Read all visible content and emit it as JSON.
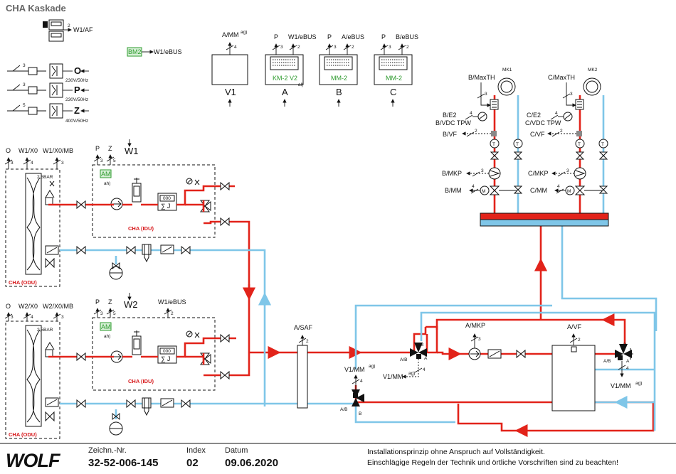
{
  "title": "CHA Kaskade",
  "legend": {
    "bm2_label": "BM2",
    "bm2_bus": "W1/eBUS",
    "af_label": "W1/AF",
    "af_num": "2",
    "rows": [
      {
        "num": "3",
        "out": "O",
        "rating": "230V/50Hz"
      },
      {
        "num": "3",
        "out": "P",
        "rating": "230V/50Hz"
      },
      {
        "num": "5",
        "out": "Z",
        "rating": "400V/50Hz"
      }
    ]
  },
  "modules": [
    {
      "id": "V1",
      "top_label": "A/MM",
      "top_sup": "ag)",
      "num": "4"
    },
    {
      "id": "A",
      "p": "P",
      "pn": "3",
      "bus": "W1/eBUS",
      "bn": "2",
      "name": "KM-2 V2",
      "sup": "al)"
    },
    {
      "id": "B",
      "p": "P",
      "pn": "3",
      "bus": "A/eBUS",
      "bn": "2",
      "name": "MM-2"
    },
    {
      "id": "C",
      "p": "P",
      "pn": "3",
      "bus": "B/eBUS",
      "bn": "2",
      "name": "MM-2"
    }
  ],
  "units": [
    {
      "id": "W1",
      "odu": "CHA (ODU)",
      "idu": "CHA (IDU)",
      "sig_o": "O",
      "sig_x": "W1/X0",
      "sig_mb": "W1/X0/MB",
      "num_o": "3",
      "num_x": "4",
      "num_mb": "3",
      "bar": "2,5BAR",
      "p": "P",
      "z": "Z",
      "pn": "3",
      "zn": "5",
      "am": "AM",
      "am_sup": "ah)"
    },
    {
      "id": "W2",
      "odu": "CHA (ODU)",
      "idu": "CHA (IDU)",
      "sig_o": "O",
      "sig_x": "W2/X0",
      "sig_mb": "W2/X0/MB",
      "num_o": "3",
      "num_x": "4",
      "num_mb": "3",
      "bar": "2,5BAR",
      "p": "P",
      "z": "Z",
      "pn": "3",
      "zn": "5",
      "am": "AM",
      "am_sup": "ah)",
      "bus": "W1/eBUS",
      "bn": "2"
    }
  ],
  "circuits": [
    {
      "id": "MK1",
      "maxth": "B/MaxTH",
      "e2": "B/E2",
      "vdc": "B/VDC TPW",
      "vf": "B/VF",
      "mkp": "B/MKP",
      "mm": "B/MM",
      "n3": "3",
      "n4": "4",
      "n2": "2"
    },
    {
      "id": "MK2",
      "maxth": "C/MaxTH",
      "e2": "C/E2",
      "vdc": "C/VDC TPW",
      "vf": "C/VF",
      "mkp": "C/MKP",
      "mm": "C/MM",
      "n3": "3",
      "n4": "4",
      "n2": "2"
    }
  ],
  "hydraulics": {
    "saf": "A/SAF",
    "saf_n": "2",
    "mkp": "A/MKP",
    "mkp_n": "3",
    "avf": "A/VF",
    "avf_n": "2",
    "v1mm": "V1/MM",
    "v1mm_sup": "ag)",
    "v1mm_n": "4",
    "valve_ab": "A/B",
    "valve_a": "A",
    "valve_b": "B",
    "mm_sup": "ag)"
  },
  "symbol_text": {
    "sum": "∑ J",
    "counter": "000",
    "t": "T",
    "m": "M"
  },
  "footer": {
    "drawing_label": "Zeichn.-Nr.",
    "drawing_no": "32-52-006-145",
    "index_label": "Index",
    "index_value": "02",
    "date_label": "Datum",
    "date_value": "09.06.2020",
    "note_1": "Installationsprinzip ohne Anspruch auf Vollständigkeit.",
    "note_2": "Einschlägige Regeln der Technik und örtliche Vorschriften sind zu beachten!",
    "logo": "WOLF"
  },
  "colors": {
    "flow": "#e2231a",
    "return": "#7fc6e8",
    "label_red": "#d7191c",
    "label_green": "#2e9b2e"
  }
}
